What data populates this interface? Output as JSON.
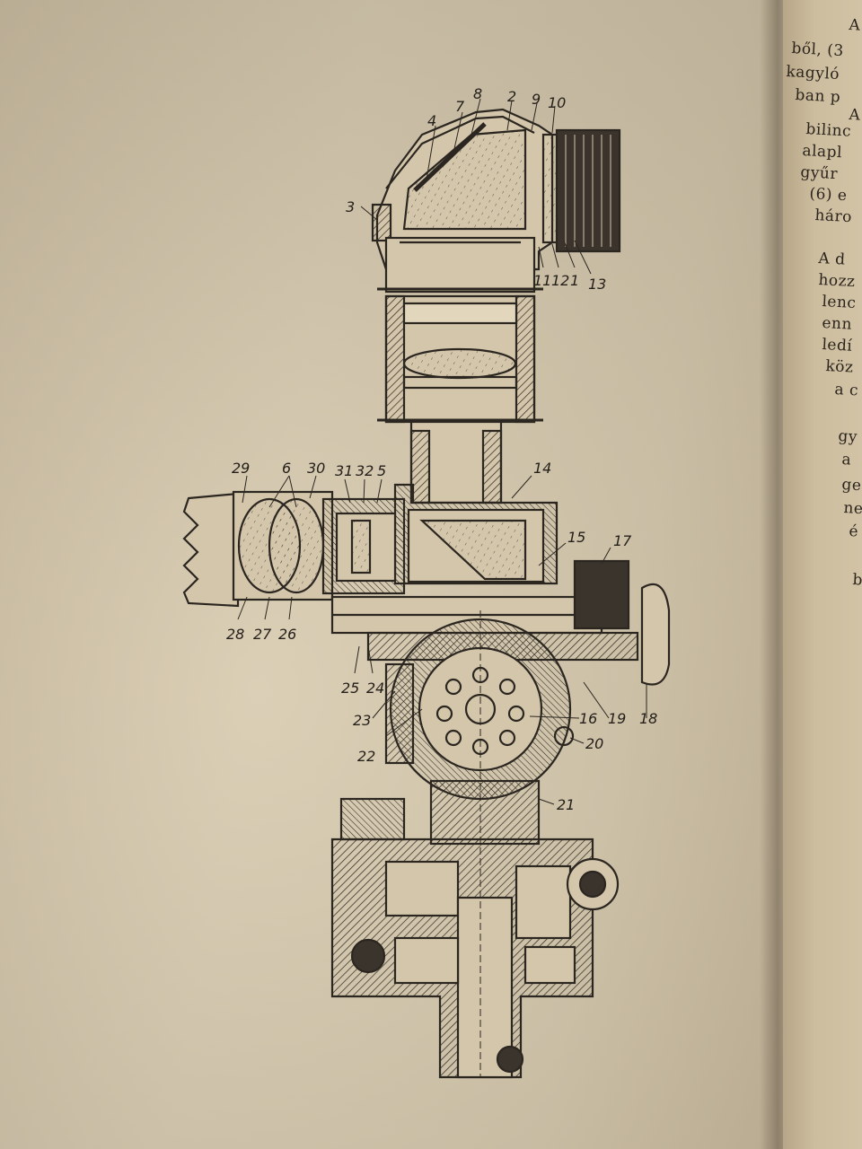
{
  "right_text": {
    "lines": [
      "A",
      "ből, (3",
      "kagyló",
      "ban p",
      "A",
      "bilinc",
      "alapl",
      "gyűr",
      "(6) e",
      "háro",
      "A d",
      "hozz",
      "lenc",
      "enn",
      "ledí",
      "köz",
      "a c",
      "gy",
      "a",
      "ge",
      "ne",
      "é",
      "b"
    ]
  },
  "figure": {
    "labels": {
      "l1": "1",
      "l2": "2",
      "l3": "3",
      "l4": "4",
      "l5": "5",
      "l6": "6",
      "l7": "7",
      "l8": "8",
      "l9": "9",
      "l10": "10",
      "l11": "11",
      "l12": "12",
      "l13": "13",
      "l14": "14",
      "l15": "15",
      "l16": "16",
      "l17": "17",
      "l18": "18",
      "l19": "19",
      "l20": "20",
      "l21": "21",
      "l22": "22",
      "l23": "23",
      "l24": "24",
      "l25": "25",
      "l26": "26",
      "l27": "27",
      "l28": "28",
      "l29": "29",
      "l30": "30",
      "l31": "31",
      "l32": "32"
    }
  }
}
